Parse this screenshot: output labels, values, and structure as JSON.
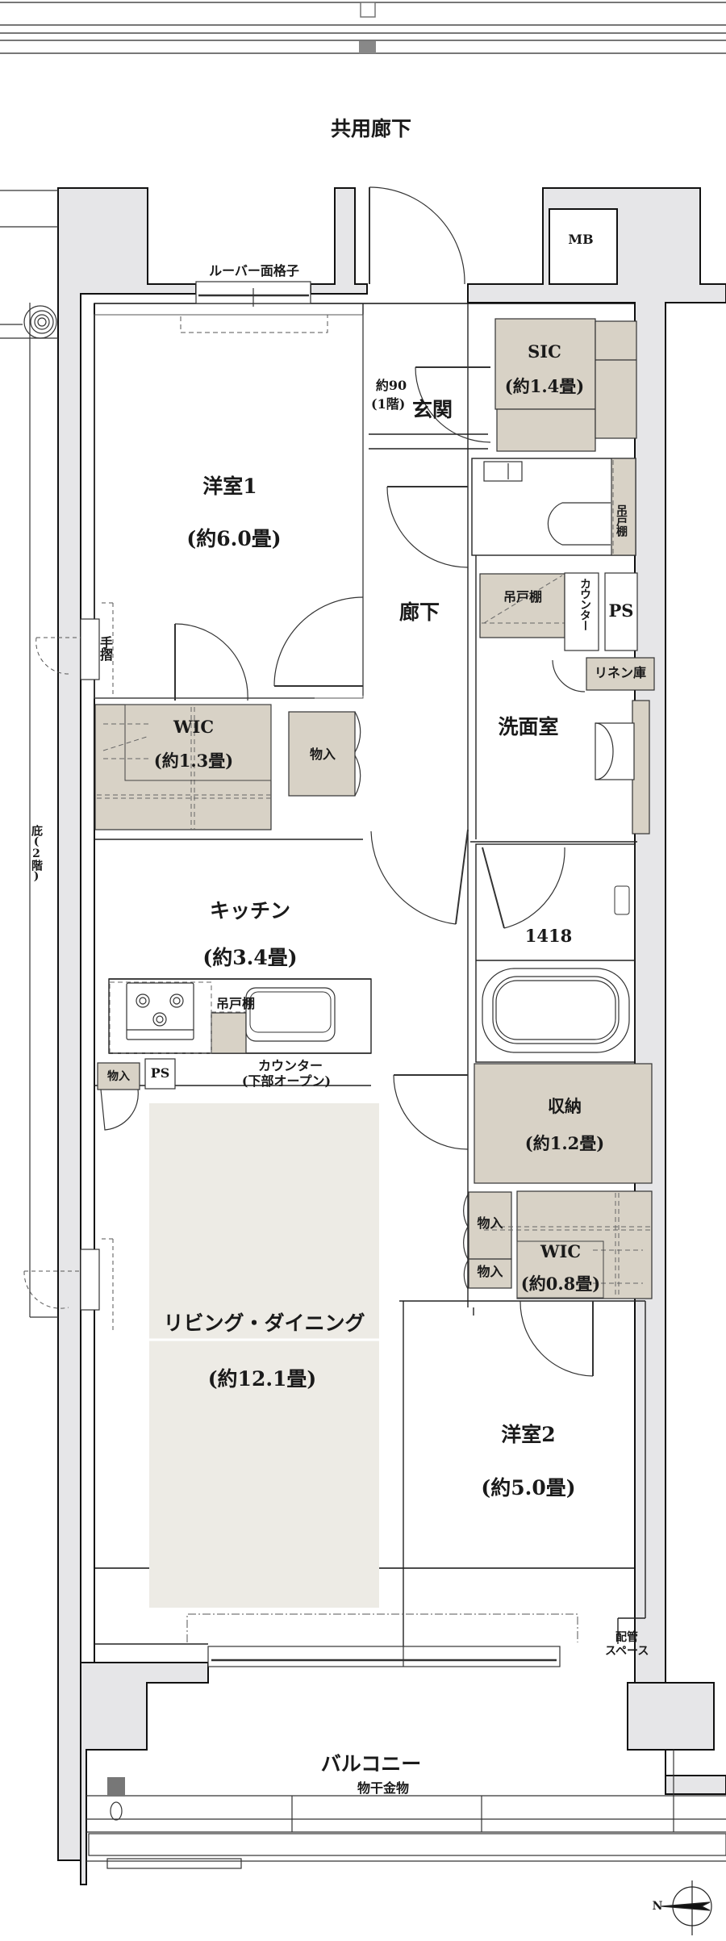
{
  "plan": {
    "colors": {
      "wall": "#e6e6e8",
      "wall_line": "#111111",
      "storage": "#d8d2c6",
      "living_floor": "#edebe5",
      "line": "#333333"
    },
    "outside": {
      "common_corridor": "共用廊下",
      "louver_lattice": "ルーバー面格子",
      "meter_box": "MB",
      "eaves": "庇(2階)",
      "balcony": "バルコニー",
      "laundry_hanger": "物干金物",
      "piping_space_line1": "配管",
      "piping_space_line2": "スペース",
      "compass_label": "N"
    },
    "rooms": {
      "western_room_1": {
        "name": "洋室1",
        "area": "(約6.0畳)"
      },
      "entrance": {
        "name": "玄関",
        "ceiling_note_1": "約90",
        "ceiling_note_2": "(1階)"
      },
      "sic": {
        "name": "SIC",
        "area": "(約1.4畳)"
      },
      "hallway": {
        "name": "廊下"
      },
      "handrail": {
        "name": "手摺"
      },
      "wic_1": {
        "name": "WIC",
        "area": "(約1.3畳)"
      },
      "storage_closet_1": {
        "name": "物入"
      },
      "washroom": {
        "name": "洗面室"
      },
      "linen_cabinet": {
        "name": "リネン庫"
      },
      "counter_washroom": {
        "name": "カウンター"
      },
      "ps_washroom": {
        "name": "PS"
      },
      "toilet_shelf": {
        "name": "吊戸棚"
      },
      "washroom_shelf": {
        "name": "吊戸棚"
      },
      "bathroom": {
        "name": "1418"
      },
      "kitchen": {
        "name": "キッチン",
        "area": "(約3.4畳)"
      },
      "kitchen_shelf": {
        "name": "吊戸棚"
      },
      "kitchen_counter": {
        "line1": "カウンター",
        "line2": "(下部オープン)"
      },
      "kitchen_ps": {
        "name": "PS"
      },
      "storage_closet_2": {
        "name": "物入"
      },
      "storage_room": {
        "name": "収納",
        "area": "(約1.2畳)"
      },
      "storage_closet_3": {
        "name": "物入"
      },
      "storage_closet_4": {
        "name": "物入"
      },
      "wic_2": {
        "name": "WIC",
        "area": "(約0.8畳)"
      },
      "living_dining": {
        "name": "リビング・ダイニング",
        "area": "(約12.1畳)"
      },
      "western_room_2": {
        "name": "洋室2",
        "area": "(約5.0畳)"
      }
    }
  }
}
